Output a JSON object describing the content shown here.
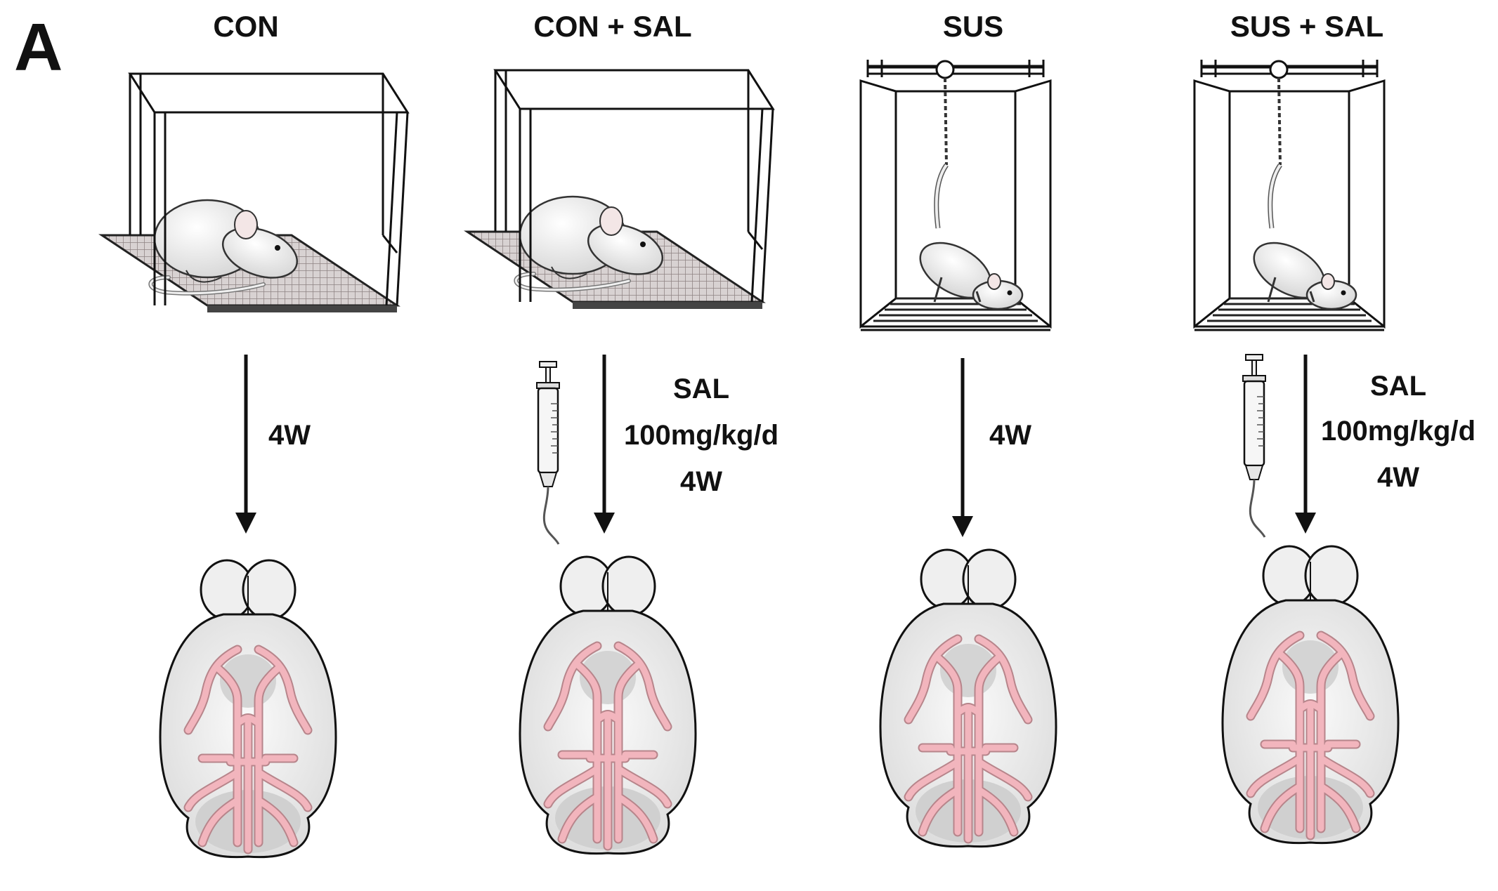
{
  "figure": {
    "panel_label": "A",
    "groups": [
      {
        "title": "CON",
        "cage": "box",
        "treatment": false,
        "labels": [
          "4W"
        ]
      },
      {
        "title": "CON + SAL",
        "cage": "box",
        "treatment": true,
        "labels": [
          "SAL",
          "100mg/kg/d",
          "4W"
        ]
      },
      {
        "title": "SUS",
        "cage": "suspension",
        "treatment": false,
        "labels": [
          "4W"
        ]
      },
      {
        "title": "SUS + SAL",
        "cage": "suspension",
        "treatment": true,
        "labels": [
          "SAL",
          "100mg/kg/d",
          "4W"
        ]
      }
    ]
  },
  "colors": {
    "vessel": "#f2b5bd",
    "brain": "#e9e9e9",
    "grid": "#9b8f8f",
    "line": "#111111"
  }
}
